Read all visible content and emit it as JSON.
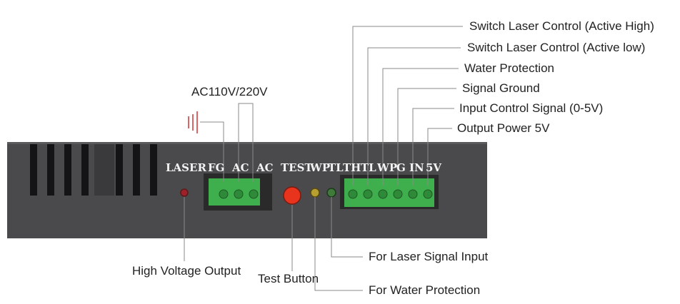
{
  "top_callouts": {
    "switch_active_high": "Switch Laser Control (Active High)",
    "switch_active_low": "Switch Laser Control (Active low)",
    "water_protection": "Water Protection",
    "signal_ground": "Signal Ground",
    "input_control": "Input Control Signal (0-5V)",
    "output_power": "Output Power 5V",
    "ac_input": "AC110V/220V"
  },
  "bottom_callouts": {
    "high_voltage": "High Voltage Output",
    "test_button": "Test Button",
    "laser_signal": "For Laser Signal Input",
    "water_protection": "For Water Protection"
  },
  "panel_labels": {
    "laser": "LASER",
    "fg": "FG",
    "ac1": "AC",
    "ac2": "AC",
    "test": "TEST",
    "wp": "WP",
    "tl": "TL",
    "th": "TH",
    "tl2": "TL",
    "wp2": "WP",
    "g": "G",
    "in": "IN",
    "v5": "5V"
  },
  "colors": {
    "panel": "#4a4a4c",
    "terminal_green": "#3fae4c",
    "test_button_red": "#e8341c",
    "wp_led_yellow": "#b8a030",
    "tl_led_green": "#3f7a3a",
    "laser_led_red": "#a0202a",
    "ground_symbol": "#d03030"
  },
  "icons": [
    "ground-symbol-icon"
  ]
}
